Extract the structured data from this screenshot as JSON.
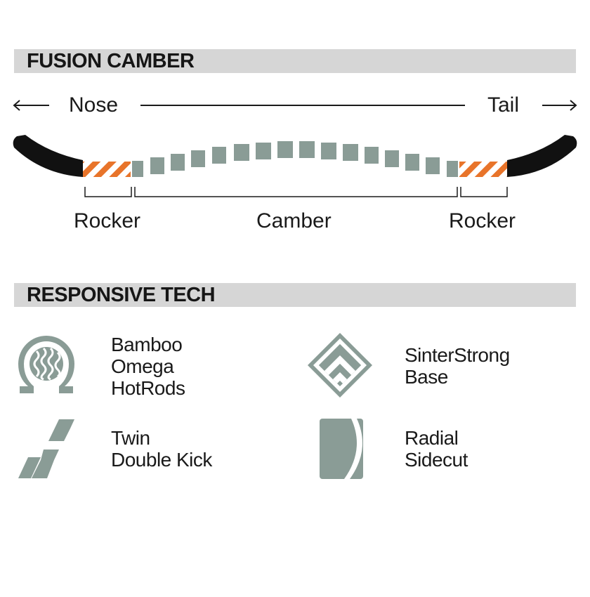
{
  "sections": {
    "camber": {
      "title": "FUSION CAMBER"
    },
    "tech": {
      "title": "RESPONSIVE TECH"
    }
  },
  "profile": {
    "nose_label": "Nose",
    "tail_label": "Tail",
    "zones": [
      "Rocker",
      "Camber",
      "Rocker"
    ]
  },
  "tech_items": [
    {
      "icon": "omega-hotrods-icon",
      "lines": [
        "Bamboo",
        "Omega",
        "HotRods"
      ]
    },
    {
      "icon": "sinterstrong-base-icon",
      "lines": [
        "SinterStrong",
        "Base"
      ]
    },
    {
      "icon": "twin-double-kick-icon",
      "lines": [
        "Twin",
        "Double Kick"
      ]
    },
    {
      "icon": "radial-sidecut-icon",
      "lines": [
        "Radial",
        "Sidecut"
      ]
    }
  ],
  "colors": {
    "band": "#d6d6d6",
    "black": "#111111",
    "rocker_orange": "#e8742a",
    "camber_gray": "#8a9c96",
    "icon_gray": "#8a9c96"
  }
}
